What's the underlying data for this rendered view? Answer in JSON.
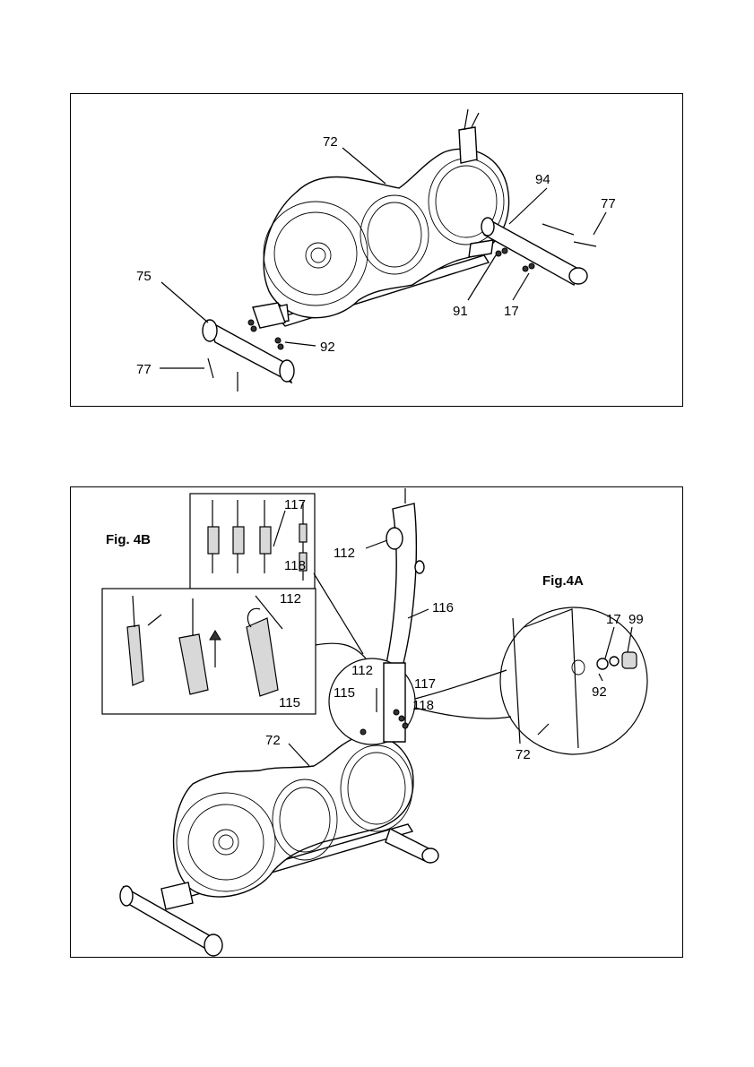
{
  "top_figure": {
    "callouts": [
      "72",
      "94",
      "77",
      "75",
      "91",
      "17",
      "92",
      "77"
    ]
  },
  "bottom_figure": {
    "fig_4b_label": "Fig. 4B",
    "fig_4a_label": "Fig.4A",
    "wire_callouts": [
      "117",
      "118"
    ],
    "clip_callouts": [
      "112",
      "115"
    ],
    "post_callouts": [
      "112",
      "116",
      "112",
      "117",
      "115",
      "118",
      "72"
    ],
    "detail_4a_callouts": [
      "17",
      "99",
      "92",
      "72"
    ]
  }
}
